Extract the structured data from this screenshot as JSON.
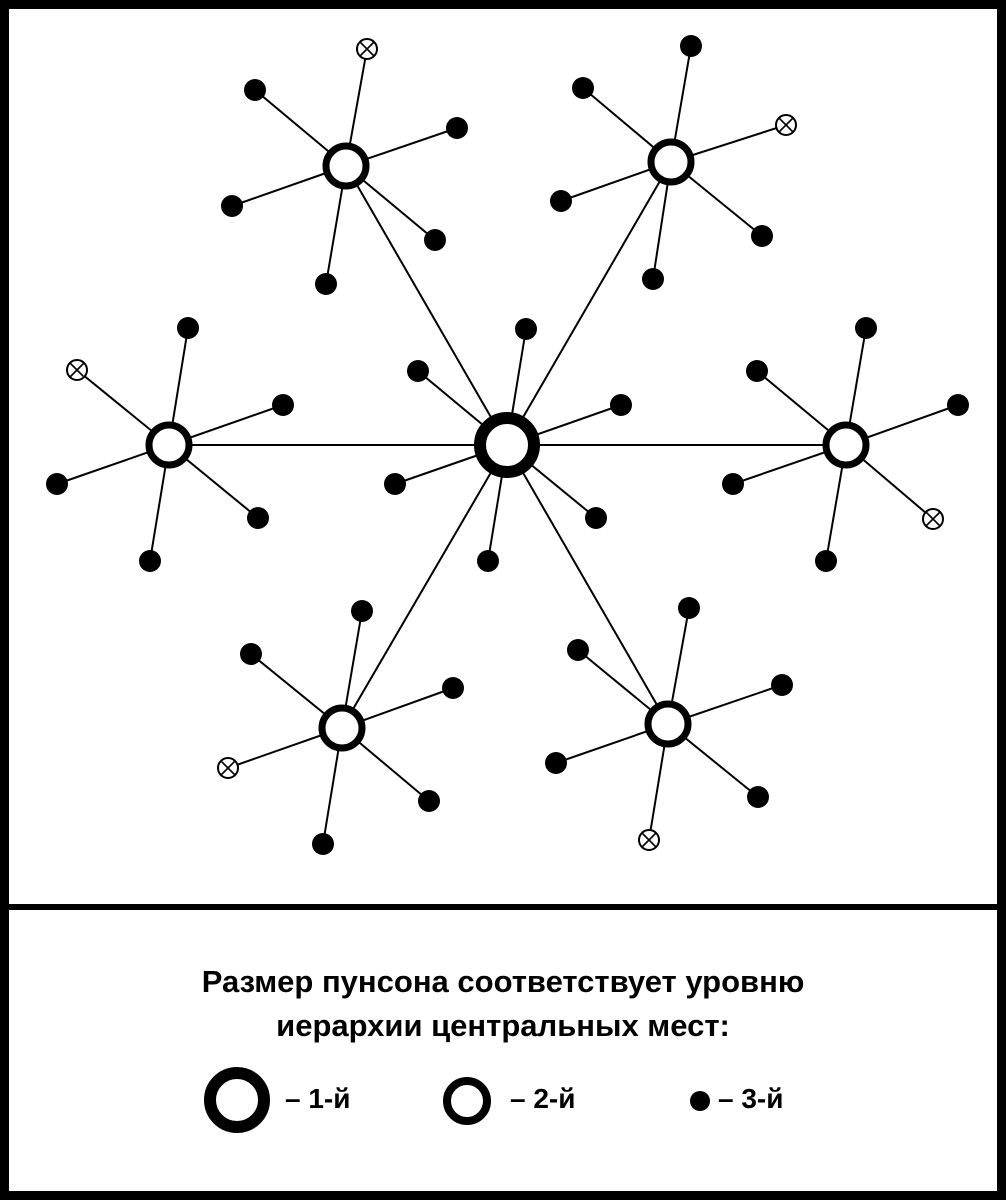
{
  "diagram": {
    "colors": {
      "stroke": "#000000",
      "background": "#ffffff"
    },
    "levels": [
      {
        "level": 1,
        "symbol": "thick-ring"
      },
      {
        "level": 2,
        "symbol": "ring"
      },
      {
        "level": 3,
        "symbol": "dot"
      },
      {
        "level": 4,
        "symbol": "crossed-circle"
      }
    ],
    "first_order_center": "C0",
    "second_order_centers": [
      "C1",
      "C2",
      "C3",
      "C4",
      "C5",
      "C6"
    ]
  },
  "legend": {
    "caption_line1": "Размер пунсона соответствует уровню",
    "caption_line2": "иерархии центральных мест:",
    "items": [
      {
        "symbol": "thick-ring",
        "label": "– 1-й"
      },
      {
        "symbol": "ring",
        "label": "– 2-й"
      },
      {
        "symbol": "dot",
        "label": "– 3-й"
      }
    ]
  }
}
